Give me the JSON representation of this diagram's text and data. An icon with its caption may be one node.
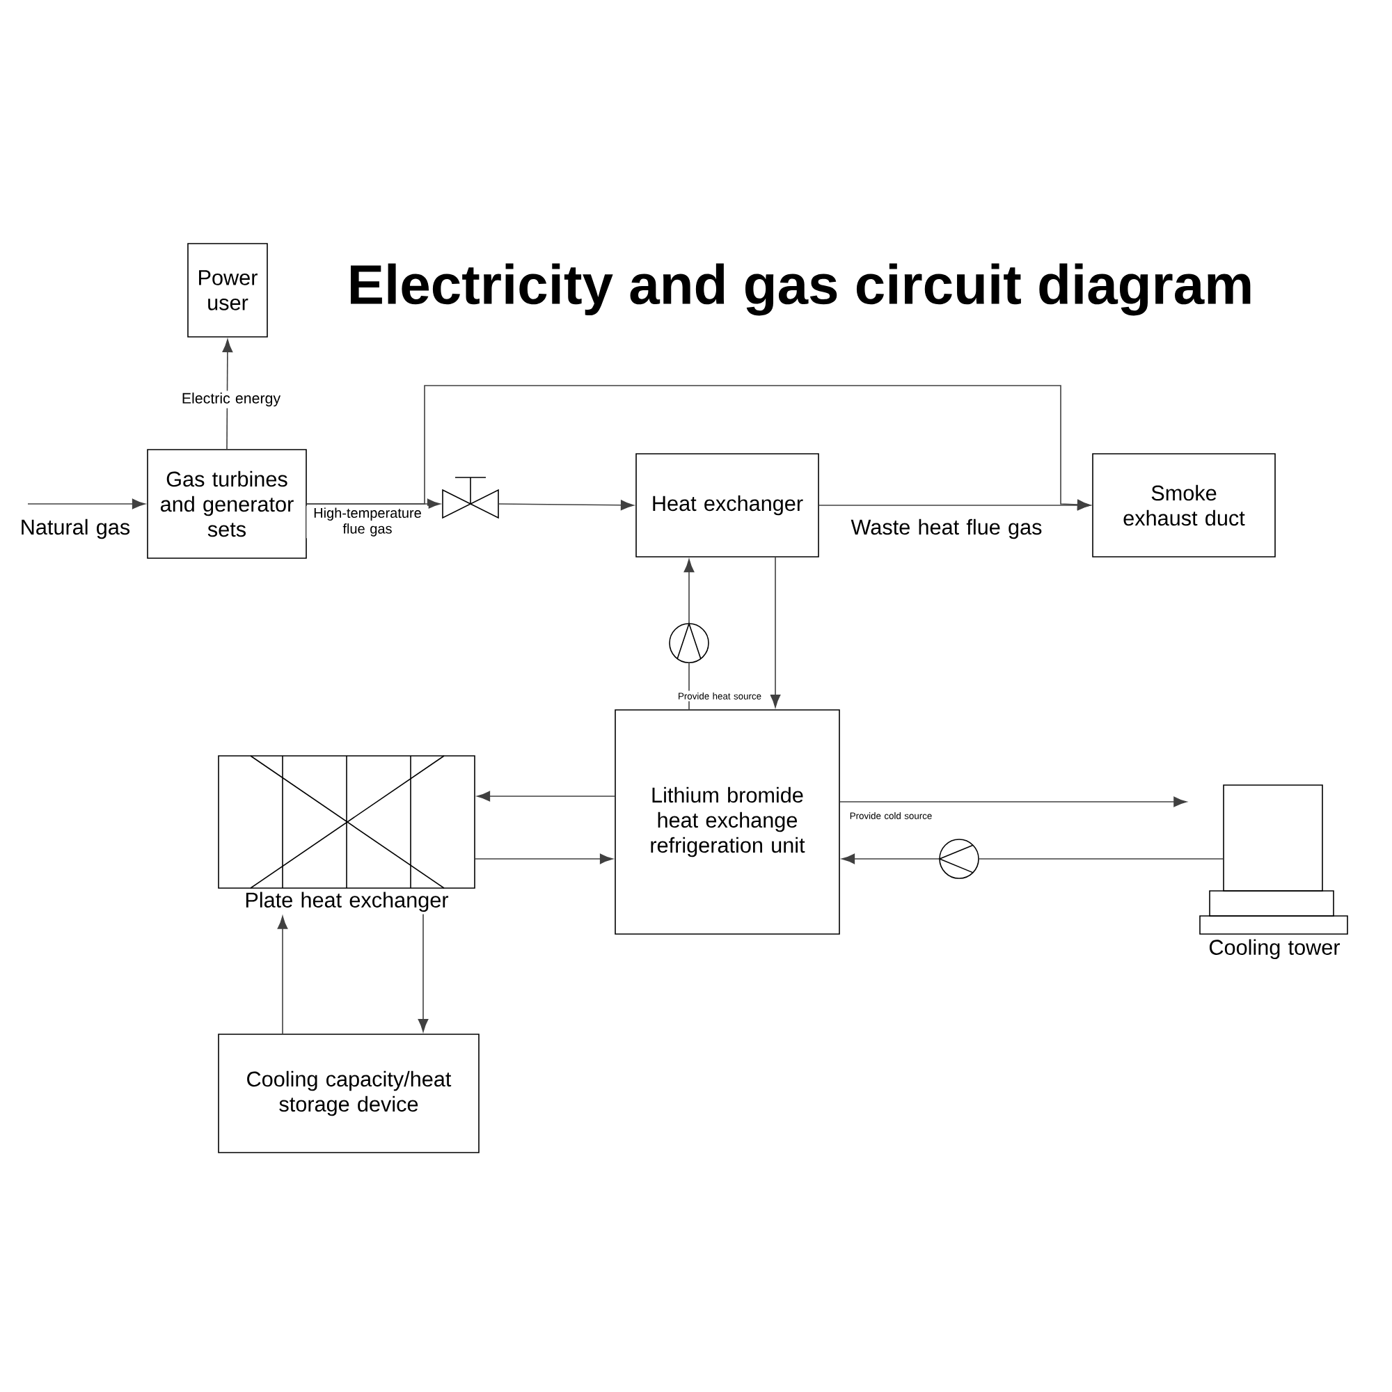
{
  "diagram": {
    "title": "Electricity and gas circuit diagram",
    "nodes": [
      {
        "text": [
          "Power user"
        ]
      },
      {
        "text": [
          "Gas turbines and generator sets"
        ]
      },
      {
        "text": [],
        "shape": "valve"
      },
      {
        "text": [
          "Heat exchanger"
        ]
      },
      {
        "text": [
          "Smoke exhaust duct"
        ]
      },
      {
        "text": [],
        "shape": "circle"
      },
      {
        "text": [
          "Lithium bromide heat exchange refrigeration unit"
        ]
      },
      {
        "text": [
          "Plate heat exchanger"
        ]
      },
      {
        "text": [],
        "shape": "circle"
      },
      {
        "text": [
          "Cooling tower"
        ]
      },
      {
        "text": [
          "Cooling capacity/heat storage device"
        ]
      }
    ],
    "edges": [
      {
        "from": null,
        "to": 1,
        "arrow": "to",
        "label": "Natural gas"
      },
      {
        "from": 1,
        "to": 0,
        "arrow": "to",
        "label": "Electric energy"
      },
      {
        "from": 1,
        "to": 2,
        "arrow": "to",
        "label": "High-temperature flue gas"
      },
      {
        "from": 1,
        "to": 4,
        "arrow": "to"
      },
      {
        "from": 2,
        "to": 3,
        "arrow": "to"
      },
      {
        "from": 3,
        "to": 4,
        "arrow": "to",
        "label": "Waste heat flue gas"
      },
      {
        "from": 6,
        "to": 5,
        "arrow": "none",
        "label": "Provide heat source"
      },
      {
        "from": 5,
        "to": 3,
        "arrow": "to"
      },
      {
        "from": 3,
        "to": 6,
        "arrow": "to"
      },
      {
        "from": 6,
        "to": 7,
        "arrow": "to"
      },
      {
        "from": 7,
        "to": 6,
        "arrow": "to"
      },
      {
        "from": 6,
        "to": 9,
        "arrow": "to",
        "label": "Provide cold source"
      },
      {
        "from": 9,
        "to": 8,
        "arrow": "none"
      },
      {
        "from": 8,
        "to": 6,
        "arrow": "to"
      },
      {
        "from": 10,
        "to": 7,
        "arrow": "to"
      },
      {
        "from": 7,
        "to": 10,
        "arrow": "to"
      }
    ]
  }
}
